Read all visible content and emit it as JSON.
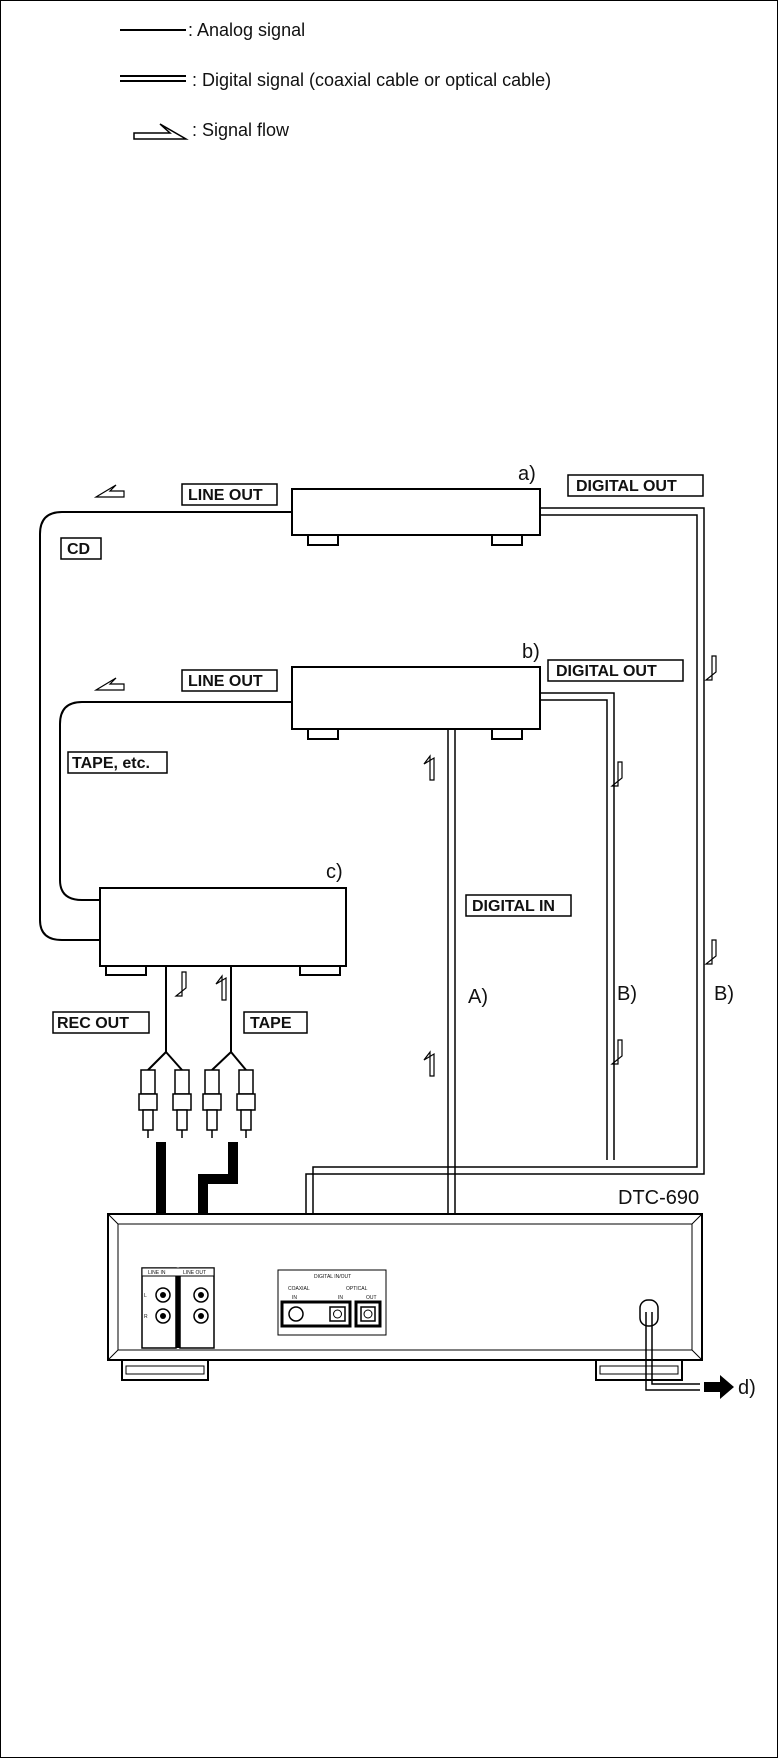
{
  "legend": {
    "analog": ": Analog signal",
    "digital": ": Digital signal (coaxial cable or optical cable)",
    "flow": ": Signal flow"
  },
  "devices": {
    "a": "a)",
    "b": "b)",
    "c": "c)",
    "d": "d)",
    "main": "DTC-690"
  },
  "labels": {
    "line_out_a": "LINE OUT",
    "digital_out_a": "DIGITAL OUT",
    "cd": "CD",
    "line_out_b": "LINE OUT",
    "digital_out_b": "DIGITAL OUT",
    "tape_etc": "TAPE, etc.",
    "digital_in": "DIGITAL IN",
    "rec_out": "REC OUT",
    "tape": "TAPE",
    "route_a": "A)",
    "route_b1": "B)",
    "route_b2": "B)"
  },
  "panel": {
    "line_in": "LINE IN",
    "line_out": "LINE OUT",
    "l": "L",
    "r": "R",
    "digital_inout": "DIGITAL IN/OUT",
    "coaxial": "COAXIAL",
    "optical": "OPTICAL",
    "in1": "IN",
    "in2": "IN",
    "out": "OUT"
  }
}
